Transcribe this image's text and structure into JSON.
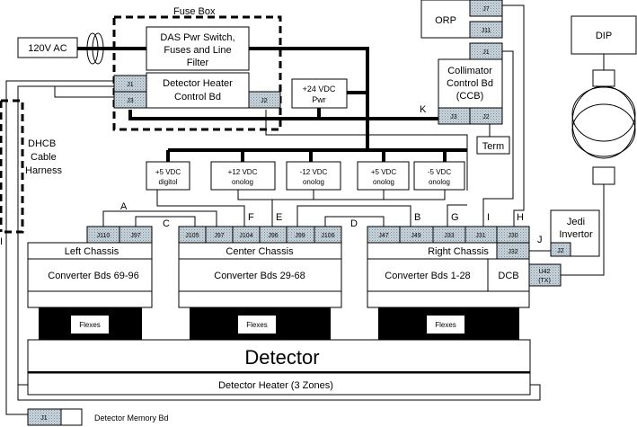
{
  "fuse_box": {
    "title": "Fuse Box"
  },
  "ac_input": {
    "label": "120V AC"
  },
  "das_pwr": {
    "lines": [
      "DAS Pwr Switch,",
      "Fuses and Line",
      "Filter"
    ]
  },
  "dhcb": {
    "lines": [
      "Detector Heater",
      "Control Bd"
    ],
    "connectors": [
      "J1",
      "J3",
      "J2"
    ]
  },
  "dhcb_harness": {
    "lines": [
      "DHCB",
      "Cable",
      "Harness"
    ]
  },
  "pwr24": {
    "lines": [
      "+24 VDC",
      "Pwr"
    ]
  },
  "orp": {
    "label": "ORP",
    "connectors": [
      "J7",
      "J11"
    ]
  },
  "ccb": {
    "lines": [
      "Collimator",
      "Control Bd",
      "(CCB)"
    ],
    "connectors": [
      "J1",
      "J3",
      "J2"
    ],
    "term": "Term"
  },
  "dip": {
    "label": "DIP"
  },
  "supplies": [
    {
      "lines": [
        "+5 VDC",
        "digitol"
      ]
    },
    {
      "lines": [
        "+12 VDC",
        "onolog"
      ]
    },
    {
      "lines": [
        "-12 VDC",
        "onolog"
      ]
    },
    {
      "lines": [
        "+5 VDC",
        "onolog"
      ]
    },
    {
      "lines": [
        "-5 VDC",
        "onolog"
      ]
    }
  ],
  "cable_labels": {
    "A": "A",
    "B": "B",
    "C": "C",
    "D": "D",
    "E": "E",
    "F": "F",
    "G": "G",
    "H": "H",
    "I": "I",
    "J": "J",
    "K": "K",
    "I_left": "I"
  },
  "left_chassis": {
    "title": "Left Chassis",
    "boards": "Converter Bds 69-96",
    "connectors": [
      "J110",
      "J97"
    ],
    "flex": "Flexes"
  },
  "center_chassis": {
    "title": "Center Chassis",
    "boards": "Converter Bds 29-68",
    "connectors": [
      "J105",
      "J97",
      "J104",
      "J96",
      "J99",
      "J106"
    ],
    "flex": "Flexes"
  },
  "right_chassis": {
    "title": "Right Chassis",
    "boards": "Converter Bds 1-28",
    "dcb": "DCB",
    "connectors": [
      "J47",
      "J49",
      "J33",
      "J31",
      "J30"
    ],
    "j32": "J32",
    "u42": [
      "U42",
      "(TX)"
    ],
    "flex": "Flexes"
  },
  "jedi": {
    "lines": [
      "Jedi",
      "Invertor"
    ],
    "connector": "J2"
  },
  "detector": {
    "label": "Detector",
    "heater": "Detector Heater (3 Zones)"
  },
  "memory_bd": {
    "connector": "J1",
    "label": "Detector Memory Bd"
  }
}
